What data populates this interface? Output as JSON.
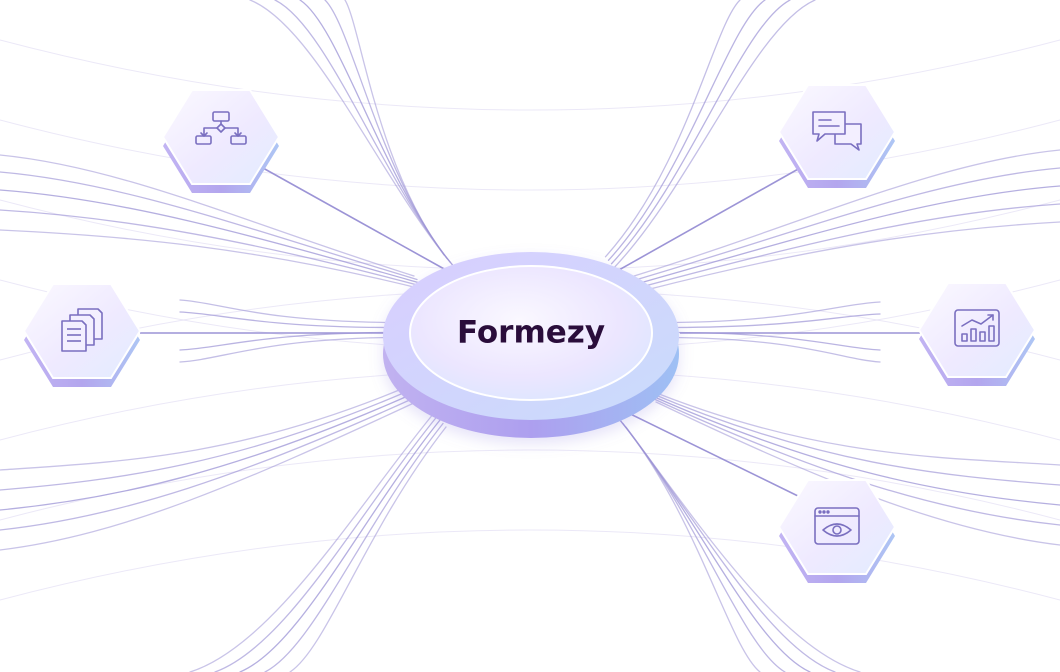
{
  "hub": {
    "label": "Formezy"
  },
  "nodes": [
    {
      "id": "workflow",
      "icon": "workflow-icon"
    },
    {
      "id": "documents",
      "icon": "documents-icon"
    },
    {
      "id": "chat",
      "icon": "chat-icon"
    },
    {
      "id": "analytics",
      "icon": "analytics-icon"
    },
    {
      "id": "preview",
      "icon": "preview-icon"
    }
  ],
  "colors": {
    "line": "#9c94d6",
    "line_faint": "#ddd9f2",
    "node_top": "#f3efff",
    "node_side": "#b9a9f0",
    "hub_top": "#efeaff",
    "hub_base": "#b3a5ee",
    "icon": "#7a6fc0",
    "label": "#2a0f3a"
  }
}
